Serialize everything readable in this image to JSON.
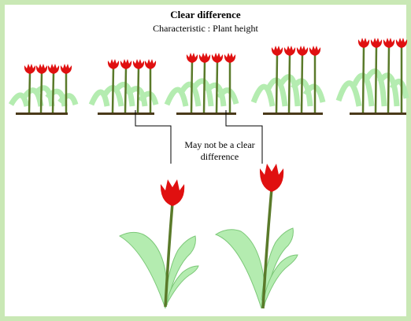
{
  "title": "Clear difference",
  "subtitle": "Characteristic :  Plant height",
  "note": {
    "line1": "May not be a clear",
    "line2": "difference"
  },
  "colors": {
    "background": "#c9e8b5",
    "flower": "#e01010",
    "leaf": "#b4ecb0",
    "stem": "#5a7a2a",
    "soil": "#4a3a1a"
  },
  "icons": [
    "tulip-cluster-icon",
    "tulip-icon"
  ]
}
